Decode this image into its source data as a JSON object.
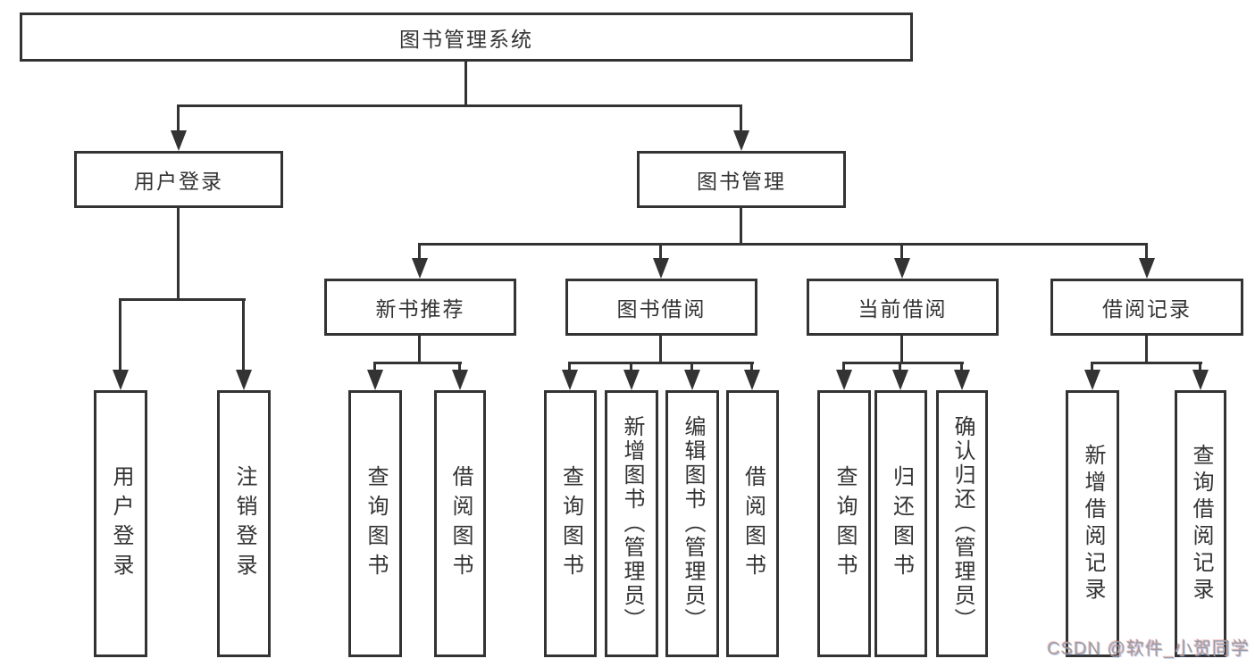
{
  "diagram": {
    "title": "图书管理系统",
    "root": {
      "label": "图书管理系统"
    },
    "level2": [
      {
        "id": "user-login",
        "label": "用户登录",
        "parent": "图书管理系统"
      },
      {
        "id": "book-management",
        "label": "图书管理",
        "parent": "图书管理系统"
      }
    ],
    "level3": [
      {
        "id": "new-book-recommend",
        "label": "新书推荐",
        "parent": "图书管理"
      },
      {
        "id": "book-borrow",
        "label": "图书借阅",
        "parent": "图书管理"
      },
      {
        "id": "current-borrow",
        "label": "当前借阅",
        "parent": "图书管理"
      },
      {
        "id": "borrow-record",
        "label": "借阅记录",
        "parent": "图书管理"
      }
    ],
    "leaves": [
      {
        "id": "leaf-user-login",
        "label": "用户登录",
        "parent": "用户登录"
      },
      {
        "id": "leaf-logout",
        "label": "注销登录",
        "parent": "用户登录"
      },
      {
        "id": "leaf-query-book-1",
        "label": "查询图书",
        "parent": "新书推荐"
      },
      {
        "id": "leaf-borrow-book-1",
        "label": "借阅图书",
        "parent": "新书推荐"
      },
      {
        "id": "leaf-query-book-2",
        "label": "查询图书",
        "parent": "图书借阅"
      },
      {
        "id": "leaf-add-book-admin",
        "label": "新增图书（管理员）",
        "parent": "图书借阅"
      },
      {
        "id": "leaf-edit-book-admin",
        "label": "编辑图书（管理员）",
        "parent": "图书借阅"
      },
      {
        "id": "leaf-borrow-book-2",
        "label": "借阅图书",
        "parent": "图书借阅"
      },
      {
        "id": "leaf-query-book-3",
        "label": "查询图书",
        "parent": "当前借阅"
      },
      {
        "id": "leaf-return-book",
        "label": "归还图书",
        "parent": "当前借阅"
      },
      {
        "id": "leaf-confirm-return-admin",
        "label": "确认归还（管理员）",
        "parent": "当前借阅"
      },
      {
        "id": "leaf-add-borrow-record",
        "label": "新增借阅记录",
        "parent": "借阅记录"
      },
      {
        "id": "leaf-query-borrow-record",
        "label": "查询借阅记录",
        "parent": "借阅记录"
      }
    ]
  },
  "watermark": {
    "text": "CSDN @软件_小贺同学"
  },
  "colors": {
    "line": "#333333",
    "box_border": "#333333",
    "box_bg": "#ffffff",
    "text": "#333333",
    "watermark": "#9e9e9e",
    "background": "#ffffff"
  }
}
